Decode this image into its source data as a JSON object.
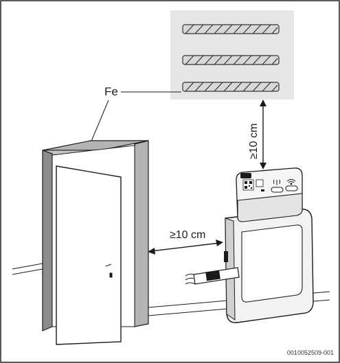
{
  "labels": {
    "material": "Fe",
    "distance_vertical": "≥10 cm",
    "distance_horizontal": "≥10 cm",
    "figure_code": "0010052509-001"
  },
  "colors": {
    "border": "#222222",
    "wall_panel": "#e6e6e6",
    "door_frame": "#b4b4b4",
    "door_frame_side": "#8c8c8c",
    "device_body": "#f2f2f2",
    "device_shadow": "#d0d0d0",
    "line": "#1a1a1a"
  },
  "icons": [
    "qr-code-icon",
    "network-signal-icon",
    "wifi-icon",
    "cable-connector-icon"
  ]
}
